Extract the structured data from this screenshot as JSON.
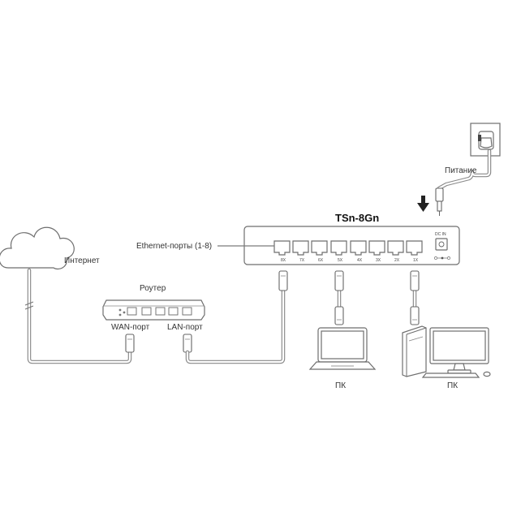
{
  "diagram": {
    "title": "TSn-8Gn",
    "labels": {
      "internet": "Интернет",
      "router": "Роутер",
      "wan_port": "WAN-порт",
      "lan_port": "LAN-порт",
      "ethernet_ports": "Ethernet-порты (1-8)",
      "power": "Питание",
      "pc_laptop": "ПК",
      "pc_desktop": "ПК",
      "dc_in": "DC IN"
    },
    "switch_ports": [
      "8X",
      "7X",
      "6X",
      "5X",
      "4X",
      "3X",
      "2X",
      "1X"
    ]
  }
}
